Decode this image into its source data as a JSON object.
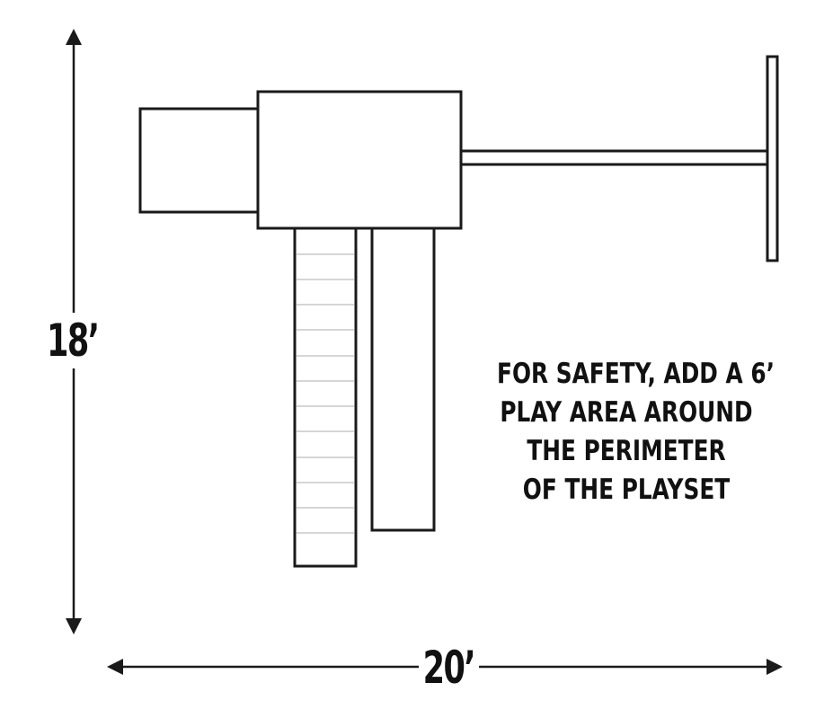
{
  "dimensions": {
    "height": "18’",
    "width": "20’"
  },
  "note": {
    "lines": [
      "FOR SAFETY, ADD A 6’",
      "PLAY AREA AROUND",
      "THE PERIMETER",
      "OF THE PLAYSET"
    ]
  }
}
